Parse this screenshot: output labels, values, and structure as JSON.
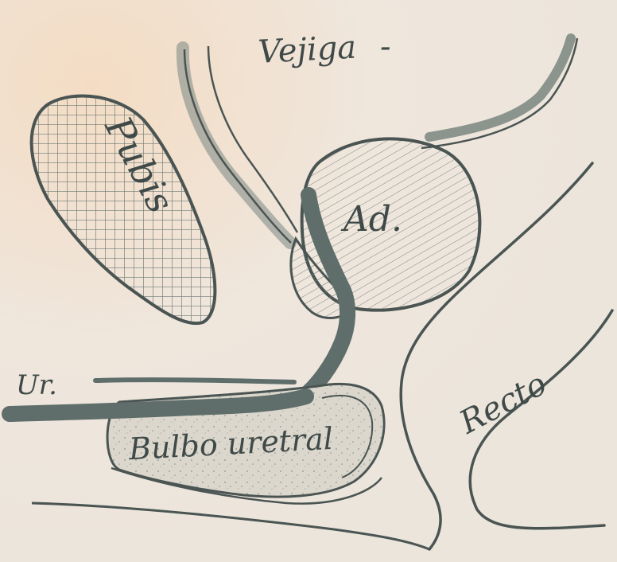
{
  "labels": {
    "bladder": "Vejiga",
    "pubis": "Pubis",
    "adenoma": "Ad.",
    "rectum": "Recto",
    "urethra": "Ur.",
    "bulb": "Bulbo uretral"
  },
  "colors": {
    "paper": "#efe6dc",
    "ink": "#4a5553",
    "mucosa": "#5f6e6b",
    "hatch": "#6d7a77",
    "bulb_fill": "#dcd7cd"
  }
}
